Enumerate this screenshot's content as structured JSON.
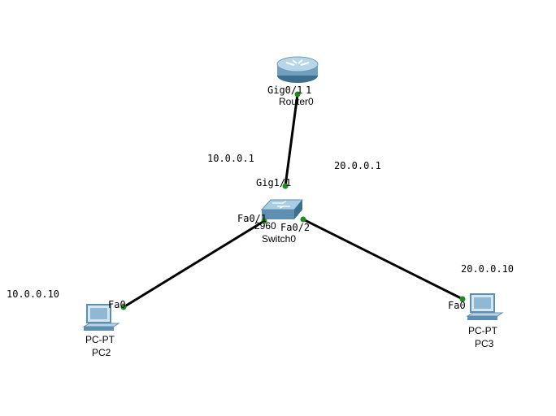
{
  "devices": {
    "router": {
      "name": "Router0",
      "port_up": "Gig0/1",
      "port_extra": "1",
      "port_down": "Gig1/1"
    },
    "switch": {
      "model": "2960",
      "name": "Switch0",
      "port_left": "Fa0/1",
      "port_right": "Fa0/2"
    },
    "pc2": {
      "type": "PC-PT",
      "name": "PC2",
      "port": "Fa0"
    },
    "pc3": {
      "type": "PC-PT",
      "name": "PC3",
      "port": "Fa0"
    }
  },
  "addresses": {
    "net1_gateway": "10.0.0.1",
    "net2_gateway": "20.0.0.1",
    "pc2_ip": "10.0.0.10",
    "pc3_ip": "20.0.0.10"
  },
  "colors": {
    "link": "#000000",
    "link_up_indicator": "#1e8c1e",
    "router_body": "#6f9fbd",
    "switch_body": "#6f9fbd",
    "pc_body": "#5f8fb0"
  }
}
